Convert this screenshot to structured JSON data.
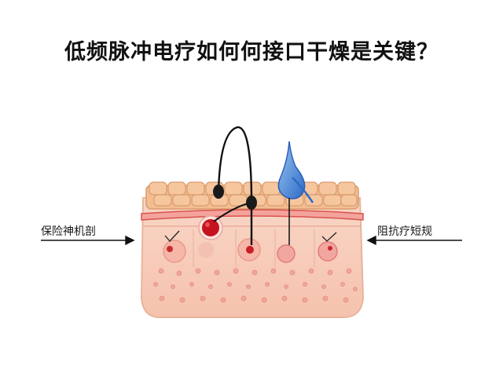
{
  "title": "低频脉冲电疗如何何接口干燥是关键？",
  "labels": {
    "left": "保险神机剖",
    "right": "阻抗疗短规"
  },
  "colors": {
    "skin_body": "#f8cdb9",
    "skin_top": "#f2b98f",
    "epidermis_line": "#e0605a",
    "electrode_red": "#c6121f",
    "droplet_blue": "#3a78d0",
    "wire": "#111111"
  },
  "icons": {
    "electrode_pads": "black-electrode-icon",
    "droplet": "water-droplet-icon",
    "spot": "red-electrode-spot-icon"
  }
}
